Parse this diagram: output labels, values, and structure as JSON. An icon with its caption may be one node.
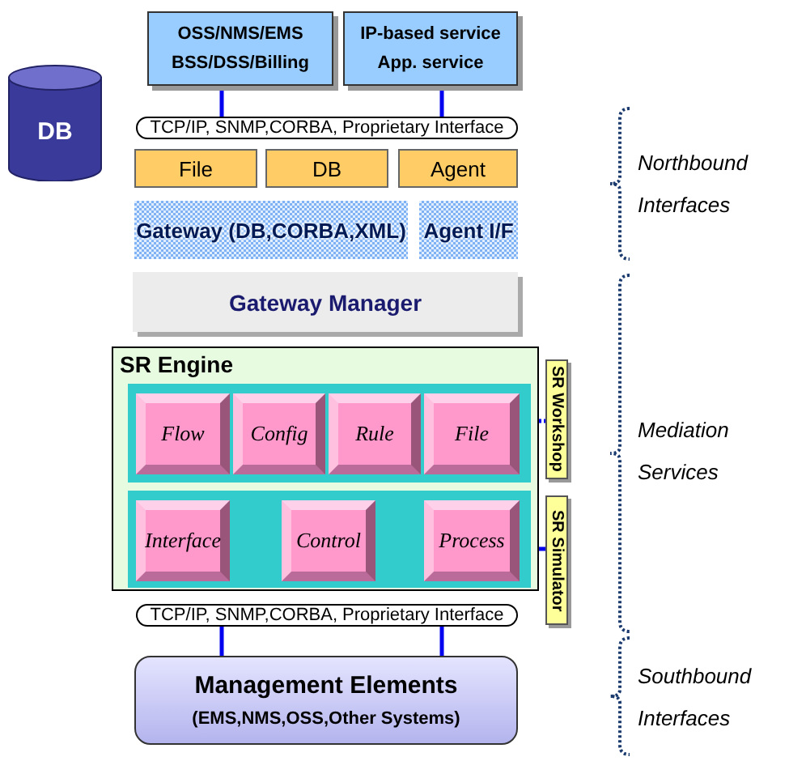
{
  "diagram": {
    "nodes": [
      {
        "text": [
          "OSS/NMS/EMS BSS/DSS/Billing"
        ]
      },
      {
        "text": [
          "IP-based service App. service"
        ]
      },
      {
        "text": [
          "TCP/IP, SNMP,CORBA, Proprietary Interface"
        ]
      },
      {
        "text": [
          "File"
        ]
      },
      {
        "text": [
          "DB"
        ]
      },
      {
        "text": [
          "Agent"
        ]
      },
      {
        "text": [
          "Gateway (DB,CORBA,XML)"
        ]
      },
      {
        "text": [
          "Agent I/F"
        ]
      },
      {
        "text": [
          "DB"
        ]
      },
      {
        "text": [
          "Gateway Manager"
        ]
      },
      {
        "text": [
          "SR Engine"
        ]
      },
      {
        "text": [],
        "shape": "box",
        "in": 10
      },
      {
        "text": [
          "Flow"
        ],
        "in": 11
      },
      {
        "text": [
          "Config"
        ],
        "in": 11
      },
      {
        "text": [
          "Rule"
        ],
        "in": 11
      },
      {
        "text": [
          "File"
        ],
        "in": 11
      },
      {
        "text": [],
        "shape": "box",
        "in": 10
      },
      {
        "text": [
          "Interface"
        ],
        "in": 16
      },
      {
        "text": [
          "Control"
        ],
        "in": 16
      },
      {
        "text": [
          "Process"
        ],
        "in": 16
      },
      {
        "text": [
          "SR Workshop"
        ]
      },
      {
        "text": [
          "SR Simulator"
        ]
      },
      {
        "text": [
          "TCP/IP, SNMP,CORBA, Proprietary Interface"
        ]
      },
      {
        "text": [
          "Management Elements",
          "(EMS,NMS,OSS,Other Systems)"
        ]
      }
    ],
    "edges": [
      {
        "from": 0,
        "to": 2,
        "arrow": "none"
      },
      {
        "from": 1,
        "to": 2,
        "arrow": "none"
      },
      {
        "from": 11,
        "to": 20,
        "arrow": "none",
        "style": "dashed"
      },
      {
        "from": 16,
        "to": 21,
        "arrow": "none"
      },
      {
        "from": 22,
        "to": 23,
        "arrow": "none"
      },
      {
        "from": 22,
        "to": 23,
        "arrow": "none"
      }
    ],
    "labels": [
      "Northbound Interfaces",
      "Mediation Services",
      "Southbound Interfaces"
    ]
  }
}
